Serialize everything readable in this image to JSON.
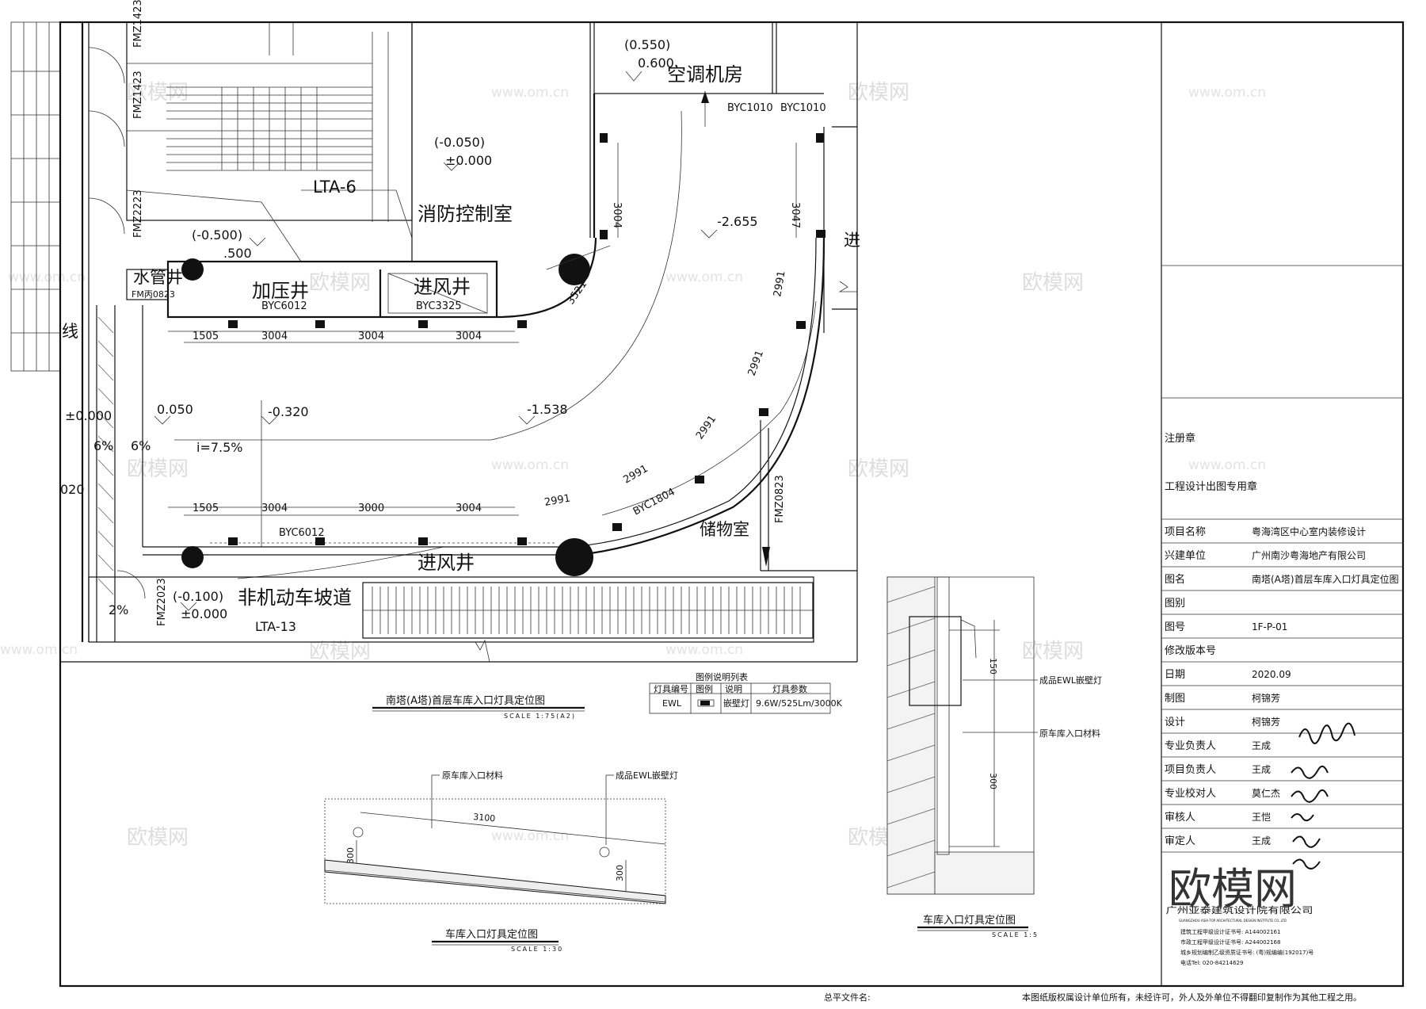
{
  "plan": {
    "rooms": {
      "ac_room": "空调机房",
      "fire_control": "消防控制室",
      "pressure_shaft": "加压井",
      "air_inlet_upper": "进风井",
      "air_inlet_lower": "进风井",
      "water_shaft": "水管井",
      "storage": "储物室",
      "ramp": "非机动车坡道",
      "partial_right": "进",
      "partial_left": "线"
    },
    "stair_tags": {
      "lta6": "LTA-6",
      "lta13": "LTA-13"
    },
    "door_tags": [
      "FMZ1423",
      "FMZ1423",
      "FMZ2223",
      "FMZ2023",
      "FMZ0823",
      "FM丙0823"
    ],
    "window_tags": [
      "BYC1010",
      "BYC1010",
      "BYC6012",
      "BYC3325",
      "BYC6012",
      "BYC1804"
    ],
    "levels": [
      "(0.550)",
      "0.600",
      "(-0.050)",
      "±0.000",
      "(-0.500)",
      ".500",
      "-2.655",
      "-1.538",
      "-0.320",
      "0.050",
      "±0.000",
      "(-0.100)",
      "±0.000"
    ],
    "dims_upper": [
      "1505",
      "3004",
      "3004",
      "3004"
    ],
    "dims_lower": [
      "1505",
      "3004",
      "3000",
      "3004"
    ],
    "dims_vertical": [
      "3004",
      "3047"
    ],
    "dims_curve": [
      "3521",
      "2991",
      "2991",
      "2991",
      "2991",
      "2991"
    ],
    "slopes": [
      "i=7.5%",
      "6%",
      "6%",
      "2%"
    ],
    "partial_020": "020"
  },
  "legend": {
    "title": "图例说明列表",
    "headers": [
      "灯具编号",
      "图例",
      "说明",
      "灯具参数"
    ],
    "row": {
      "code": "EWL",
      "desc": "嵌壁灯",
      "params": "9.6W/525Lm/3000K"
    }
  },
  "captions": {
    "main_title": "南塔(A塔)首层车库入口灯具定位图",
    "main_scale": "SCALE 1:75(A2)",
    "section_title": "车库入口灯具定位图",
    "section_scale": "SCALE 1:30",
    "detail_title": "车库入口灯具定位图",
    "detail_scale": "SCALE 1:5"
  },
  "section": {
    "label_material": "原车库入口材料",
    "label_light": "成品EWL嵌壁灯",
    "dim_length": "3100",
    "dim_h1": "300",
    "dim_h2": "300"
  },
  "detail": {
    "label_light": "成品EWL嵌壁灯",
    "label_material": "原车库入口材料",
    "dim_a": "150",
    "dim_b": "300"
  },
  "title_block": {
    "stamp1": "注册章",
    "stamp2": "工程设计出图专用章",
    "rows": [
      {
        "label": "项目名称",
        "value": "粤海湾区中心室内装修设计"
      },
      {
        "label": "兴建单位",
        "value": "广州南沙粤海地产有限公司"
      },
      {
        "label": "图名",
        "value": "南塔(A塔)首层车库入口灯具定位图"
      },
      {
        "label": "图别",
        "value": ""
      },
      {
        "label": "图号",
        "value": "1F-P-01"
      },
      {
        "label": "修改版本号",
        "value": ""
      },
      {
        "label": "日期",
        "value": "2020.09"
      },
      {
        "label": "制图",
        "value": "柯锦芳"
      },
      {
        "label": "设计",
        "value": "柯锦芳"
      },
      {
        "label": "专业负责人",
        "value": "王成"
      },
      {
        "label": "项目负责人",
        "value": "王成"
      },
      {
        "label": "专业校对人",
        "value": "莫仁杰"
      },
      {
        "label": "审核人",
        "value": "王恺"
      },
      {
        "label": "审定人",
        "value": "王成"
      }
    ],
    "company": "广州亚泰建筑设计院有限公司",
    "company_en": "GUANGZHOU ASIA-TOP ARCHITECTURAL DESIGN INSTITUTE CO.,LTD",
    "certs": [
      "建筑工程甲级设计证书号: A144002161",
      "市政工程甲级设计证书号: A244002168",
      "城乡规划编制乙级资质证书号: (粤)规编编(192017)号",
      "电话Tel: 020-84214629"
    ]
  },
  "footer": {
    "left": "总平文件名:",
    "notice": "本图纸版权属设计单位所有，未经许可，外人及外单位不得翻印复制作为其他工程之用。"
  },
  "watermark": {
    "cn": "欧模网",
    "url": "www.om.cn",
    "big": "欧模网"
  },
  "colors": {
    "line": "#111111",
    "watermark": "#dddddd"
  }
}
